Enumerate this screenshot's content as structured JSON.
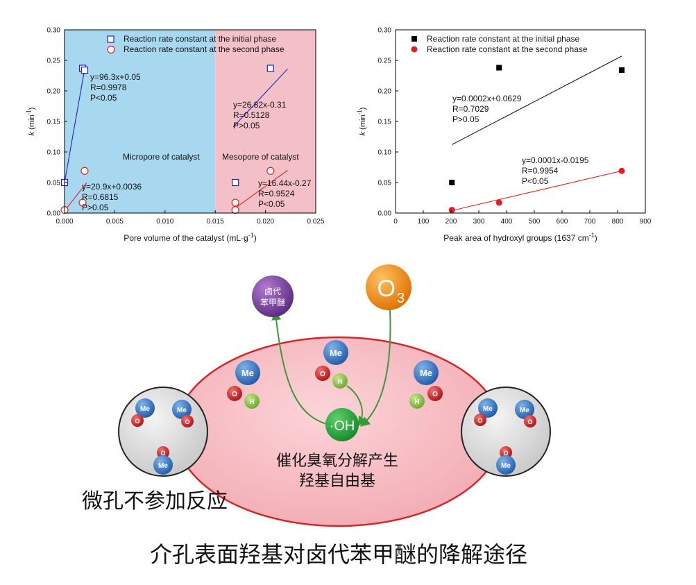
{
  "colors": {
    "micropore_region": "#a8d8f0",
    "mesopore_region": "#f4c0c8",
    "initial_series": "#1f1fd0",
    "second_series": "#e02020",
    "fit_initial": "#1f1fd0",
    "fit_second": "#e02020",
    "me_blue": "#2e6fc0",
    "o_red": "#d02020",
    "h_green": "#8cc63f",
    "oh_green": "#22a03a",
    "o3_orange": "#f08a10",
    "product_purple": "#7a3e9c",
    "ellipse_fill": "#f6b8be",
    "ellipse_stroke": "#d02828",
    "arrow_green": "#3a9a3a"
  },
  "chart_data": [
    {
      "type": "scatter",
      "xlabel": "Pore volume of the catalyst (mL·g",
      "xlabel_sup": "-1",
      "xlabel_tail": ")",
      "ylabel_k": "k",
      "ylabel_unit": " (min",
      "ylabel_sup": "-1",
      "ylabel_tail": ")",
      "xlim": [
        0,
        0.025
      ],
      "ylim": [
        0,
        0.3
      ],
      "xticks": [
        "0.000",
        "0.005",
        "0.010",
        "0.015",
        "0.020",
        "0.025"
      ],
      "xtick_values": [
        0,
        0.005,
        0.01,
        0.015,
        0.02,
        0.025
      ],
      "yticks": [
        "0.00",
        "0.05",
        "0.10",
        "0.15",
        "0.20",
        "0.25",
        "0.30"
      ],
      "ytick_values": [
        0,
        0.05,
        0.1,
        0.15,
        0.2,
        0.25,
        0.3
      ],
      "regions": [
        {
          "label": "Micropore of catalyst",
          "x_range": [
            0,
            0.015
          ]
        },
        {
          "label": "Mesopore of catalyst",
          "x_range": [
            0.015,
            0.025
          ]
        }
      ],
      "legend": {
        "placement": "top-right",
        "entries": [
          "Reaction rate constant at the initial phase",
          "Reaction rate constant at the second phase"
        ]
      },
      "series": [
        {
          "name": "Reaction rate constant at the initial phase",
          "marker": "open-square",
          "x": [
            0.0,
            0.0018,
            0.002,
            0.017,
            0.0205
          ],
          "y": [
            0.05,
            0.237,
            0.234,
            0.05,
            0.237
          ]
        },
        {
          "name": "Reaction rate constant at the second phase",
          "marker": "open-circle",
          "x": [
            0.0,
            0.0018,
            0.002,
            0.017,
            0.017,
            0.0205
          ],
          "y": [
            0.005,
            0.017,
            0.069,
            0.005,
            0.017,
            0.069
          ]
        }
      ],
      "fits": [
        {
          "series": 0,
          "x_range": [
            0.0,
            0.002
          ],
          "y_range": [
            0.05,
            0.2356
          ],
          "lines": [
            "y=96.3x+0.05",
            "R=0.9978",
            "P<0.05"
          ]
        },
        {
          "series": 1,
          "x_range": [
            0.0,
            0.0022
          ],
          "y_range": [
            0.0036,
            0.0496
          ],
          "lines": [
            "y=20.9x+0.0036",
            "R=0.6815",
            "P>0.05"
          ]
        },
        {
          "series": 0,
          "x_range": [
            0.0168,
            0.0222
          ],
          "y_range": [
            0.141,
            0.236
          ],
          "lines": [
            "y=26.82x-0.31",
            "R=0.5128",
            "P>0.05"
          ]
        },
        {
          "series": 1,
          "x_range": [
            0.0168,
            0.0222
          ],
          "y_range": [
            0.006,
            0.07
          ],
          "lines": [
            "y=16.44x-0.27",
            "R=0.9524",
            "P<0.05"
          ]
        }
      ]
    },
    {
      "type": "scatter",
      "xlabel": "Peak area of hydroxyl groups (1637 cm",
      "xlabel_sup": "-1",
      "xlabel_tail": ")",
      "ylabel_k": "k",
      "ylabel_unit": " (min",
      "ylabel_sup": "-1",
      "ylabel_tail": ")",
      "xlim": [
        0,
        900
      ],
      "ylim": [
        0,
        0.3
      ],
      "xticks": [
        "0",
        "100",
        "200",
        "300",
        "400",
        "500",
        "600",
        "700",
        "800",
        "900"
      ],
      "xtick_values": [
        0,
        100,
        200,
        300,
        400,
        500,
        600,
        700,
        800,
        900
      ],
      "yticks": [
        "0.00",
        "0.05",
        "0.10",
        "0.15",
        "0.20",
        "0.25",
        "0.30"
      ],
      "ytick_values": [
        0,
        0.05,
        0.1,
        0.15,
        0.2,
        0.25,
        0.3
      ],
      "legend": {
        "placement": "top-left",
        "entries": [
          "Reaction rate constant at the initial phase",
          "Reaction rate constant at the second phase"
        ]
      },
      "series": [
        {
          "name": "Reaction rate constant at the initial phase",
          "marker": "filled-square",
          "x": [
            203,
            373,
            815
          ],
          "y": [
            0.05,
            0.238,
            0.234
          ]
        },
        {
          "name": "Reaction rate constant at the second phase",
          "marker": "filled-circle",
          "x": [
            203,
            373,
            815
          ],
          "y": [
            0.005,
            0.017,
            0.069
          ]
        }
      ],
      "fits": [
        {
          "series": 0,
          "x_range": [
            203,
            815
          ],
          "y_range": [
            0.112,
            0.257
          ],
          "lines": [
            "y=0.0002x+0.0629",
            "R=0.7029",
            "P>0.05"
          ]
        },
        {
          "series": 1,
          "x_range": [
            203,
            815
          ],
          "y_range": [
            0.004,
            0.069
          ],
          "lines": [
            "y=0.0001x-0.0195",
            "R=0.9954",
            "P<0.05"
          ]
        }
      ]
    }
  ],
  "diagram": {
    "me_label": "Me",
    "o_label": "O",
    "h_label": "H",
    "oh_label": "·OH",
    "o3_main": "O",
    "o3_sub": "3",
    "product_line1": "卤代",
    "product_line2": "苯甲醚",
    "center_line1": "催化臭氧分解产生",
    "center_line2": "羟基自由基",
    "micropore_note": "微孔不参加反应",
    "title": "介孔表面羟基对卤代苯甲醚的降解途径"
  }
}
